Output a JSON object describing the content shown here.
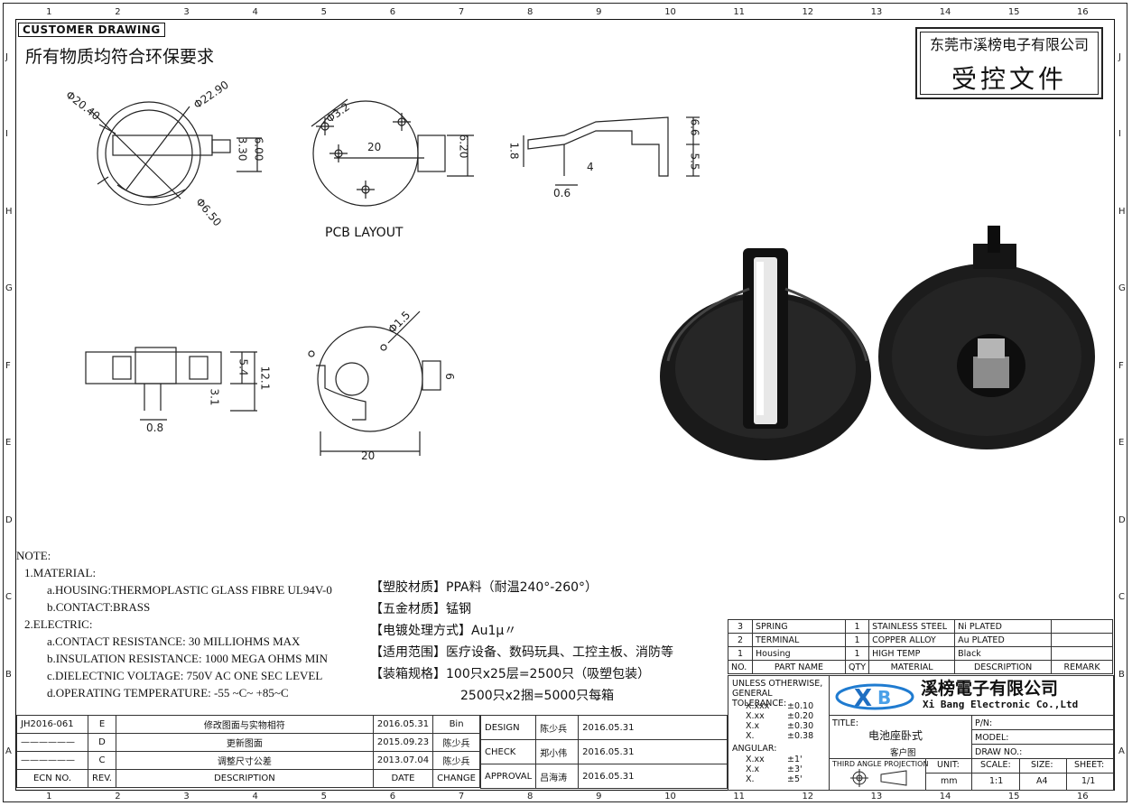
{
  "zones": {
    "columns": [
      "1",
      "2",
      "3",
      "4",
      "5",
      "6",
      "7",
      "8",
      "9",
      "10",
      "11",
      "12",
      "13",
      "14",
      "15",
      "16"
    ],
    "rows": [
      "J",
      "I",
      "H",
      "G",
      "F",
      "E",
      "D",
      "C",
      "B",
      "A"
    ]
  },
  "header": {
    "customer_drawing": "CUSTOMER DRAWING",
    "eco_requirement": "所有物质均符合环保要求"
  },
  "company_box": {
    "name": "东莞市溪榜电子有限公司",
    "controlled": "受控文件"
  },
  "drawing": {
    "top_view_dims": {
      "d1": "Φ20.40",
      "d2": "Φ22.90",
      "d3": "3.30",
      "d4": "6.00",
      "d5": "Φ6.50"
    },
    "pcb_layout": {
      "hole": "Φ3.2",
      "width": "20",
      "height": "6.20",
      "label": "PCB LAYOUT"
    },
    "side_view_dims": {
      "a": "6.6",
      "b": "5.5",
      "c": "1.8",
      "d": "4",
      "e": "0.6"
    },
    "front_view_dims": {
      "a": "5.4",
      "b": "12.1",
      "c": "3.1",
      "d": "0.8"
    },
    "bottom_view_dims": {
      "hole": "Φ1.5",
      "width": "20",
      "height": "6"
    }
  },
  "notes": {
    "title": "NOTE:",
    "items": [
      "1.MATERIAL:",
      "a.HOUSING:THERMOPLASTIC GLASS FIBRE UL94V-0",
      "b.CONTACT:BRASS",
      "2.ELECTRIC:",
      "a.CONTACT RESISTANCE: 30 MILLIOHMS MAX",
      "b.INSULATION RESISTANCE: 1000 MEGA OHMS MIN",
      "c.DIELECTNIC VOLTAGE: 750V AC ONE SEC LEVEL",
      "d.OPERATING TEMPERATURE: -55 ~C~ +85~C"
    ]
  },
  "specs": [
    "【塑胶材质】PPA料（耐温240°-260°）",
    "【五金材质】锰钢",
    "【电镀处理方式】Au1μ〃",
    "【适用范围】医疗设备、数码玩具、工控主板、消防等",
    "【装箱规格】100只x25层=2500只（吸塑包装）",
    "2500只x2捆=5000只每箱"
  ],
  "bom": {
    "rows": [
      {
        "no": "3",
        "part": "SPRING",
        "qty": "1",
        "material": "STAINLESS STEEL",
        "desc": "Ni PLATED",
        "remark": ""
      },
      {
        "no": "2",
        "part": "TERMINAL",
        "qty": "1",
        "material": "COPPER ALLOY",
        "desc": "Au PLATED",
        "remark": ""
      },
      {
        "no": "1",
        "part": "Housing",
        "qty": "1",
        "material": "HIGH TEMP",
        "desc": "Black",
        "remark": ""
      }
    ],
    "headers": {
      "no": "NO.",
      "part": "PART NAME",
      "qty": "QTY",
      "material": "MATERIAL",
      "desc": "DESCRIPTION",
      "remark": "REMARK"
    }
  },
  "title_block": {
    "tolerance_title": "UNLESS OTHERWISE, GENERAL TOLERANCE:",
    "tolerances": [
      {
        "k": "X.xxx",
        "v": "±0.10"
      },
      {
        "k": "X.xx",
        "v": "±0.20"
      },
      {
        "k": "X.x",
        "v": "±0.30"
      },
      {
        "k": "X.",
        "v": "±0.38"
      }
    ],
    "angular_title": "ANGULAR:",
    "angulars": [
      {
        "k": "X.xx",
        "v": "±1'"
      },
      {
        "k": "X.x",
        "v": "±3'"
      },
      {
        "k": "X.",
        "v": "±5'"
      }
    ],
    "company_cn": "溪榜電子有限公司",
    "company_en": "Xi Bang Electronic Co.,Ltd",
    "title_label": "TITLE:",
    "title_value": "电池座卧式",
    "title_sub": "客户图",
    "pn": "P/N:",
    "model": "MODEL:",
    "drawno": "DRAW NO.:",
    "projection": "THIRD ANGLE PROJECTION",
    "unit_label": "UNIT:",
    "unit": "mm",
    "scale_label": "SCALE:",
    "scale": "1:1",
    "size_label": "SIZE:",
    "size": "A4",
    "sheet_label": "SHEET:",
    "sheet": "1/1"
  },
  "revisions": {
    "rows": [
      {
        "ecn": "JH2016-061",
        "rev": "E",
        "desc": "修改图面与实物相符",
        "date": "2016.05.31",
        "change": "Bin"
      },
      {
        "ecn": "——————",
        "rev": "D",
        "desc": "更新图面",
        "date": "2015.09.23",
        "change": "陈少兵"
      },
      {
        "ecn": "——————",
        "rev": "C",
        "desc": "调整尺寸公差",
        "date": "2013.07.04",
        "change": "陈少兵"
      }
    ],
    "headers": {
      "ecn": "ECN NO.",
      "rev": "REV.",
      "desc": "DESCRIPTION",
      "date": "DATE",
      "change": "CHANGE"
    },
    "approvals": [
      {
        "role": "DESIGN",
        "name": "陈少兵",
        "date": "2016.05.31"
      },
      {
        "role": "CHECK",
        "name": "郑小伟",
        "date": "2016.05.31"
      },
      {
        "role": "APPROVAL",
        "name": "吕海涛",
        "date": "2016.05.31"
      }
    ]
  }
}
